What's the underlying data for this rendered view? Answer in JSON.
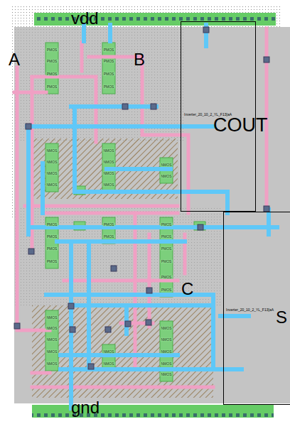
{
  "diagram": {
    "nodes": [
      {
        "text": [
          "Inverter_20_10_2_YL_F13[aA"
        ]
      },
      {
        "text": [
          "Inverter_20_10_2_YL_F13[aA"
        ]
      }
    ],
    "labels": [
      "vdd",
      "A",
      "B",
      "COUT",
      "C",
      "S",
      "gnd",
      "PMOS",
      "PMOS",
      "PMOS",
      "PMOS",
      "PMOS",
      "PMOS",
      "PMOS",
      "PMOS",
      "NMOS",
      "NMOS",
      "NMOS",
      "NMOS",
      "NMOS",
      "NMOS",
      "NMOS",
      "NMOS",
      "NMOS",
      "NMOS",
      "PMOS",
      "PMOS",
      "PMOS",
      "PMOS",
      "PMOS",
      "PMOS",
      "PMOS",
      "PMOS",
      "PMOS",
      "PMOS",
      "PMOS",
      "PMOS",
      "NMOS",
      "NMOS",
      "NMOS",
      "NMOS",
      "NMOS",
      "NMOS",
      "NMOS",
      "NMOS",
      "NMOS",
      "NMOS",
      "NMOS",
      "NMOS"
    ]
  }
}
